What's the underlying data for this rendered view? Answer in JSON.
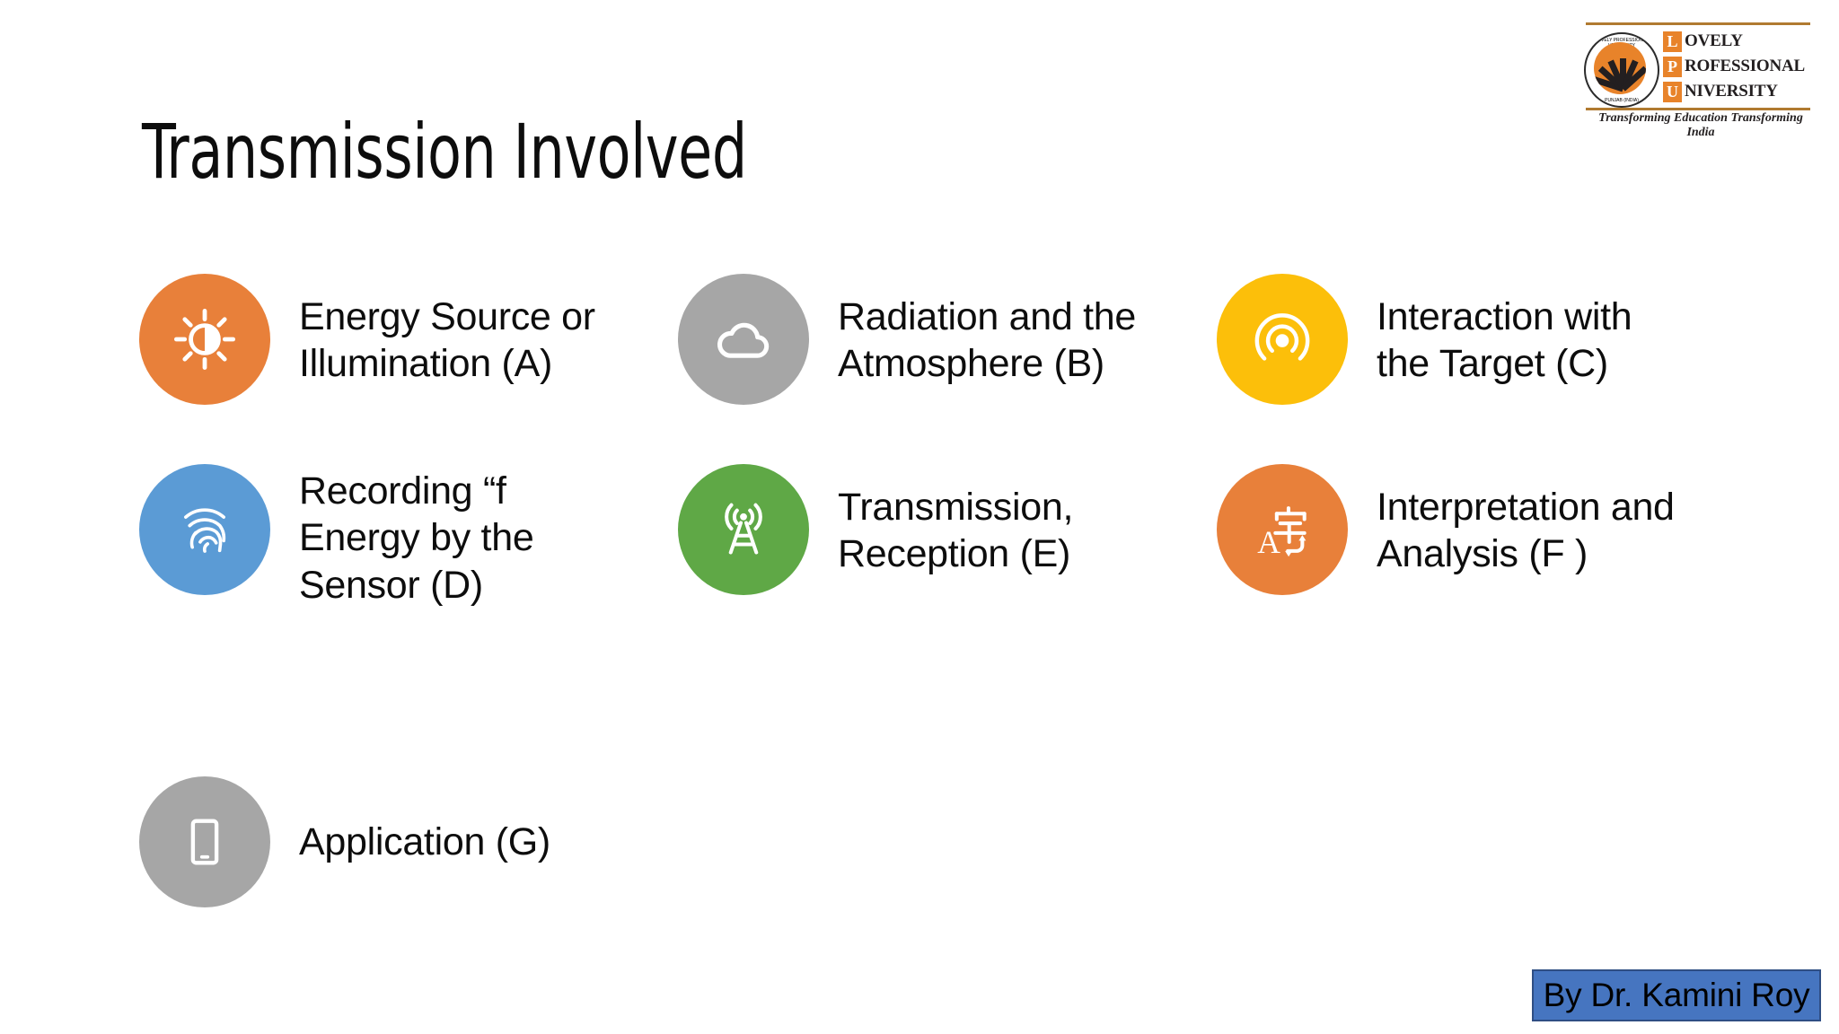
{
  "slide": {
    "title": "Transmission Involved",
    "background_color": "#FFFFFF",
    "text_color": "#0D0D0D"
  },
  "logo": {
    "name": "lpu-logo",
    "word_lines": [
      {
        "boxed_letter": "L",
        "rest": "OVELY"
      },
      {
        "boxed_letter": "P",
        "rest": "ROFESSIONAL"
      },
      {
        "boxed_letter": "U",
        "rest": "NIVERSITY"
      }
    ],
    "tagline": "Transforming Education Transforming India",
    "seal_top_text": "LOVELY PROFESSIONAL UNIVERSITY",
    "seal_bottom_text": "PUNJAB (INDIA)",
    "accent_color": "#E8832A",
    "rule_color": "#B07A30"
  },
  "items": [
    {
      "id": "a",
      "label": "Energy Source or\nIllumination (A)",
      "icon": "brightness-sun-icon",
      "color": "#E8803A",
      "lines": 2
    },
    {
      "id": "b",
      "label": "Radiation and the\nAtmosphere (B)",
      "icon": "cloud-icon",
      "color": "#A6A6A6",
      "lines": 2
    },
    {
      "id": "c",
      "label": "Interaction with\nthe Target (C)",
      "icon": "radar-signal-icon",
      "color": "#FCBF0A",
      "lines": 2
    },
    {
      "id": "d",
      "label": "Recording “f\nEnergy by the\nSensor (D)",
      "icon": "fingerprint-icon",
      "color": "#5B9BD5",
      "lines": 3
    },
    {
      "id": "e",
      "label": "Transmission,\nReception (E)",
      "icon": "radio-tower-icon",
      "color": "#5FA846",
      "lines": 2
    },
    {
      "id": "f",
      "label": "Interpretation and\nAnalysis (F )",
      "icon": "translate-icon",
      "color": "#E8803A",
      "lines": 2
    },
    {
      "id": "g",
      "label": "Application (G)",
      "icon": "mobile-phone-icon",
      "color": "#A6A6A6",
      "lines": 1
    }
  ],
  "footer": {
    "byline": "By Dr. Kamini Roy",
    "background_color": "#4675C0",
    "border_color": "#2F4E84"
  }
}
